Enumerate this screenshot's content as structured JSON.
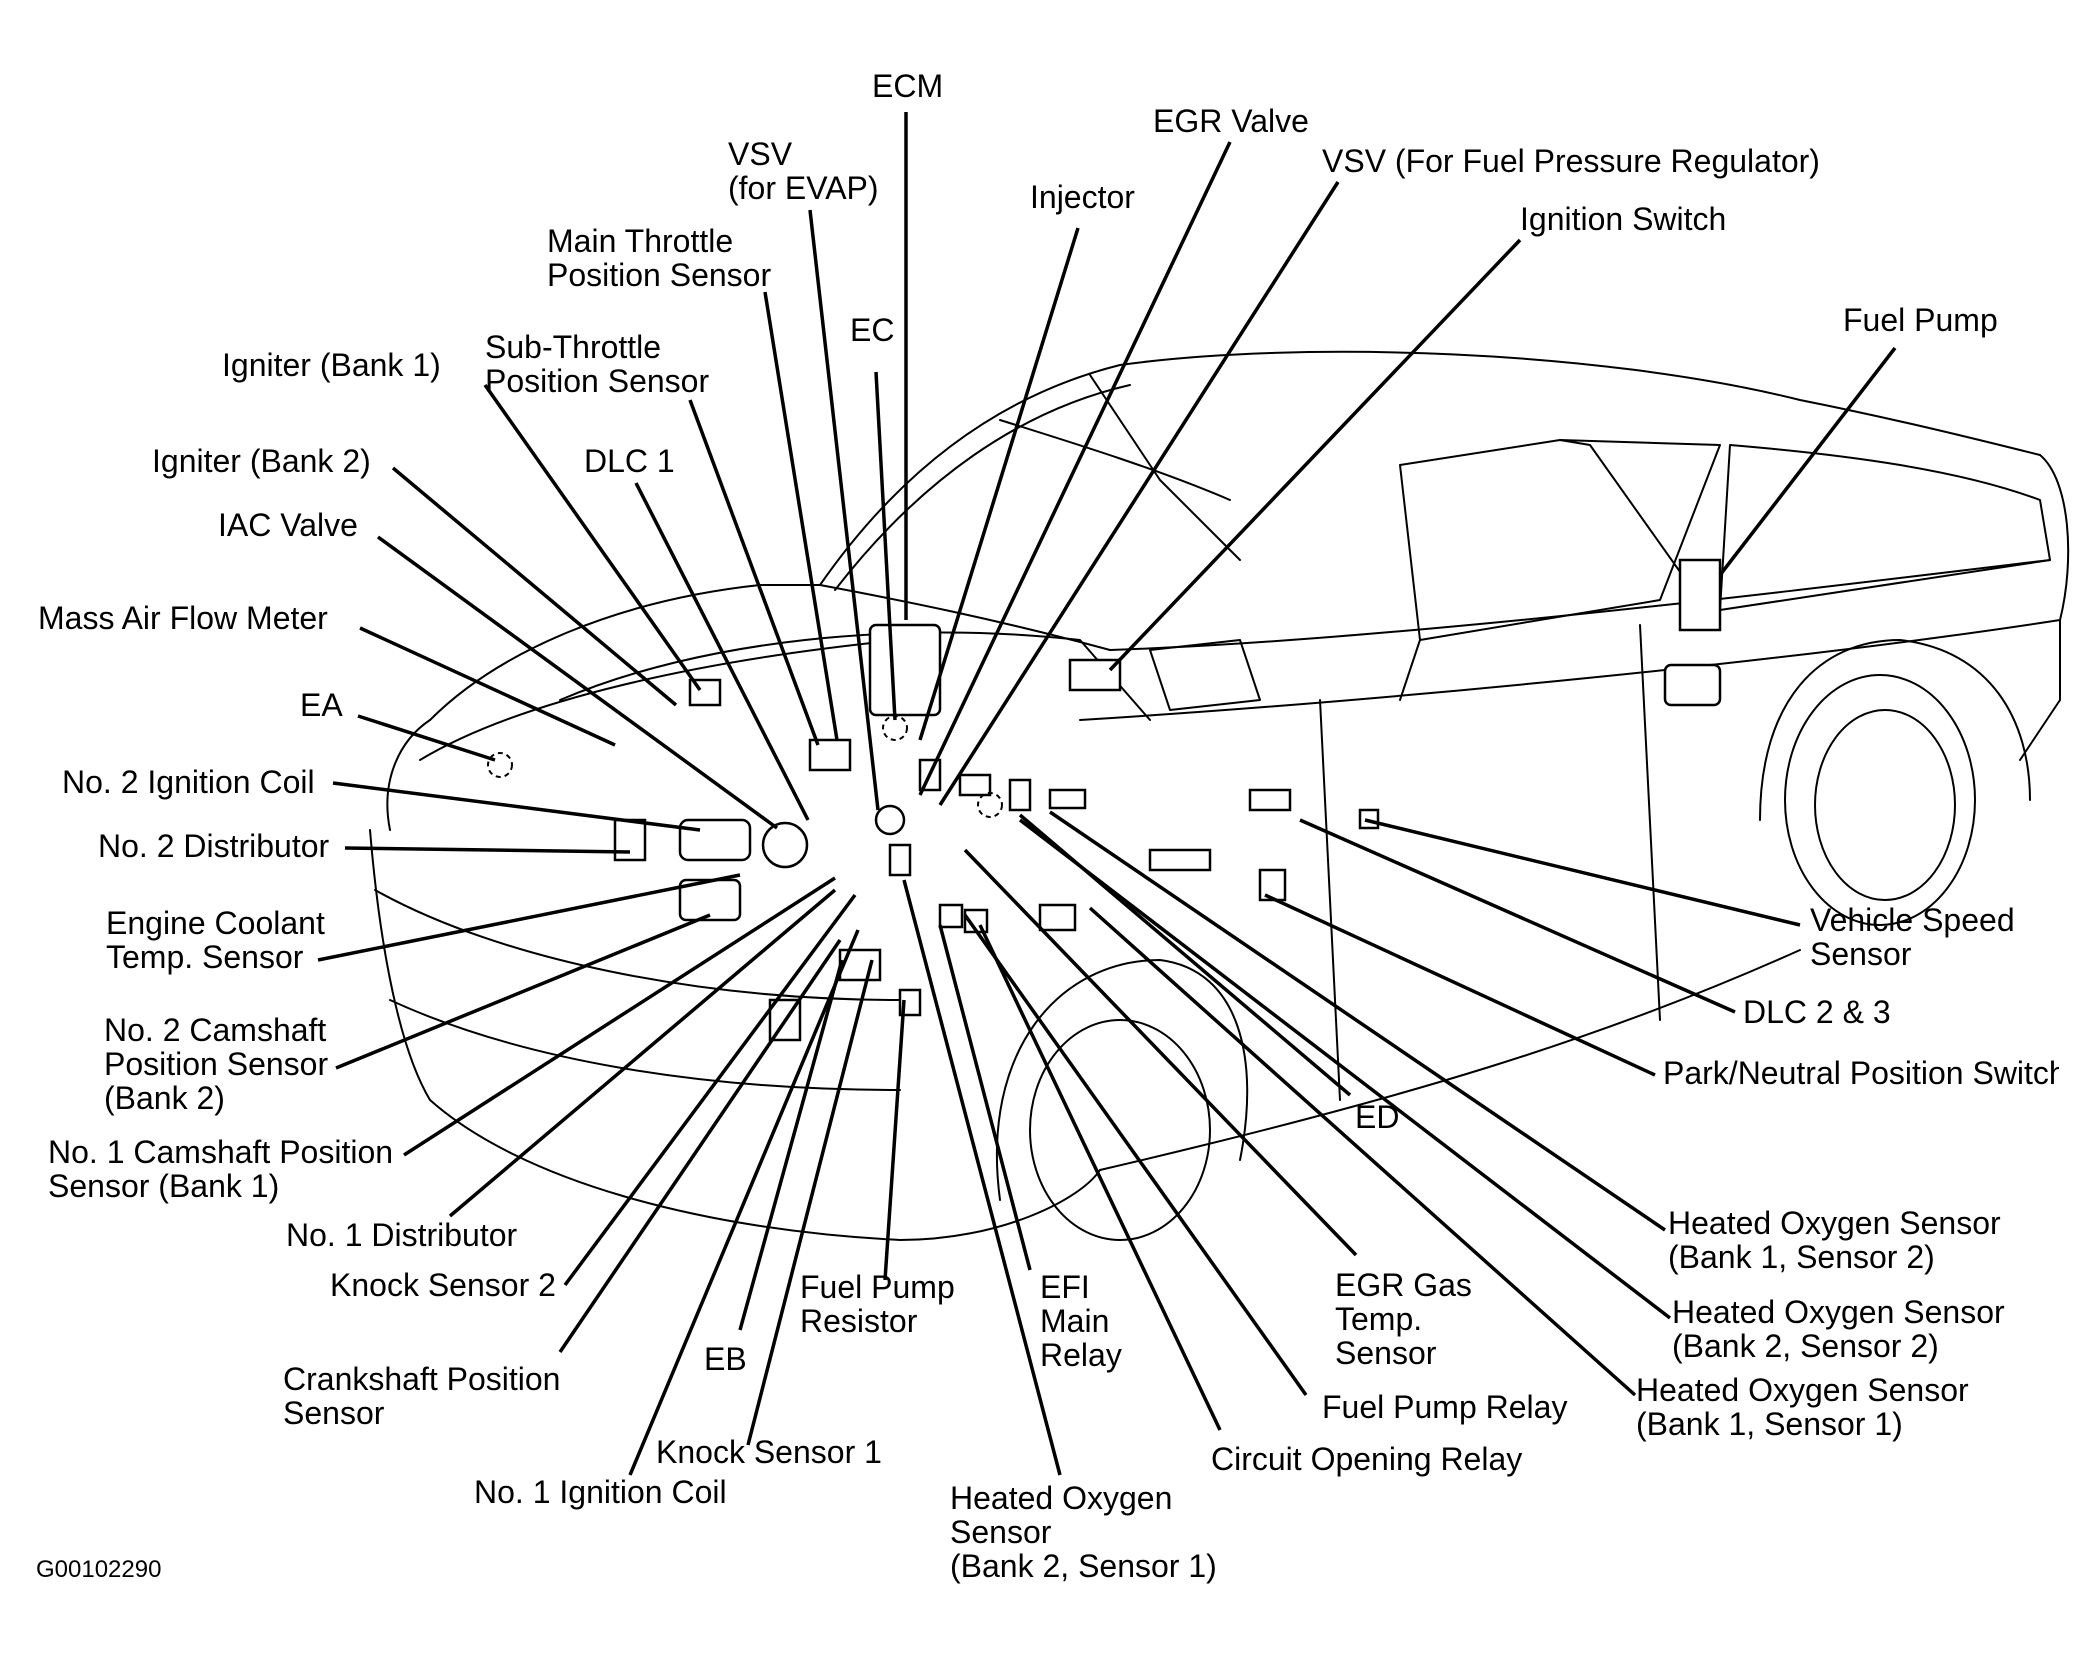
{
  "figure_code": "G00102290",
  "labels": [
    {
      "id": "ecm",
      "text": "ECM"
    },
    {
      "id": "vsv_evap",
      "text": "VSV\n(for EVAP)"
    },
    {
      "id": "egr_valve",
      "text": "EGR Valve"
    },
    {
      "id": "vsv_fpr",
      "text": "VSV (For Fuel Pressure Regulator)"
    },
    {
      "id": "injector",
      "text": "Injector"
    },
    {
      "id": "ignition_switch",
      "text": "Ignition Switch"
    },
    {
      "id": "main_tps",
      "text": "Main Throttle\nPosition Sensor"
    },
    {
      "id": "ec",
      "text": "EC"
    },
    {
      "id": "fuel_pump",
      "text": "Fuel Pump"
    },
    {
      "id": "igniter_b1",
      "text": "Igniter (Bank 1)"
    },
    {
      "id": "sub_tps",
      "text": "Sub-Throttle\nPosition Sensor"
    },
    {
      "id": "igniter_b2",
      "text": "Igniter (Bank 2)"
    },
    {
      "id": "dlc1",
      "text": "DLC 1"
    },
    {
      "id": "iac",
      "text": "IAC Valve"
    },
    {
      "id": "maf",
      "text": "Mass Air Flow Meter"
    },
    {
      "id": "ea",
      "text": "EA"
    },
    {
      "id": "ign_coil2",
      "text": "No. 2 Ignition Coil"
    },
    {
      "id": "dist2",
      "text": "No. 2 Distributor"
    },
    {
      "id": "ect",
      "text": "Engine Coolant\nTemp. Sensor"
    },
    {
      "id": "cam2",
      "text": "No. 2 Camshaft\nPosition Sensor\n(Bank 2)"
    },
    {
      "id": "cam1",
      "text": "No. 1 Camshaft Position\nSensor (Bank 1)"
    },
    {
      "id": "dist1",
      "text": "No. 1 Distributor"
    },
    {
      "id": "knock2",
      "text": "Knock Sensor 2"
    },
    {
      "id": "ckp",
      "text": "Crankshaft Position\nSensor"
    },
    {
      "id": "eb",
      "text": "EB"
    },
    {
      "id": "fp_resistor",
      "text": "Fuel Pump\nResistor"
    },
    {
      "id": "efi_relay",
      "text": "EFI\nMain\nRelay"
    },
    {
      "id": "knock1",
      "text": "Knock Sensor 1"
    },
    {
      "id": "ign_coil1",
      "text": "No. 1 Ignition Coil"
    },
    {
      "id": "ho2_b2s1",
      "text": "Heated Oxygen\nSensor\n(Bank 2, Sensor 1)"
    },
    {
      "id": "circuit_relay",
      "text": "Circuit Opening Relay"
    },
    {
      "id": "fp_relay",
      "text": "Fuel Pump Relay"
    },
    {
      "id": "egr_temp",
      "text": "EGR Gas\nTemp.\nSensor"
    },
    {
      "id": "ed",
      "text": "ED"
    },
    {
      "id": "vss",
      "text": "Vehicle Speed\nSensor"
    },
    {
      "id": "dlc23",
      "text": "DLC 2 & 3"
    },
    {
      "id": "pnp",
      "text": "Park/Neutral Position Switch"
    },
    {
      "id": "ho2_b1s2",
      "text": "Heated Oxygen Sensor\n(Bank 1, Sensor 2)"
    },
    {
      "id": "ho2_b2s2",
      "text": "Heated Oxygen Sensor\n(Bank 2, Sensor 2)"
    },
    {
      "id": "ho2_b1s1",
      "text": "Heated Oxygen Sensor\n(Bank 1, Sensor 1)"
    }
  ]
}
